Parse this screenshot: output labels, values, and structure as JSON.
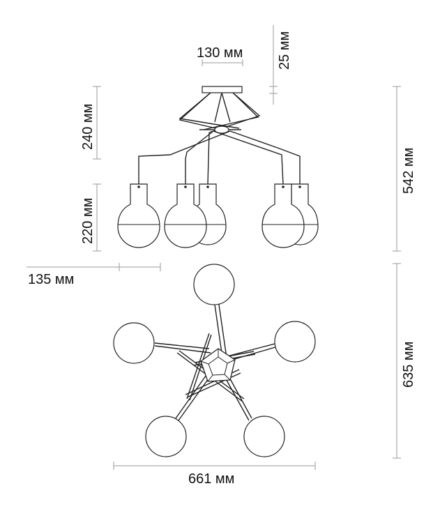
{
  "dimensions": {
    "canopy_width": "130 мм",
    "canopy_height": "25 мм",
    "arm_height": "240 мм",
    "shade_height": "220 мм",
    "total_height": "542 мм",
    "shade_diameter": "135 мм",
    "plan_depth": "635 мм",
    "plan_width": "661 мм"
  },
  "colors": {
    "line": "#222222",
    "dimension": "#9a9a9a",
    "text": "#111111"
  }
}
